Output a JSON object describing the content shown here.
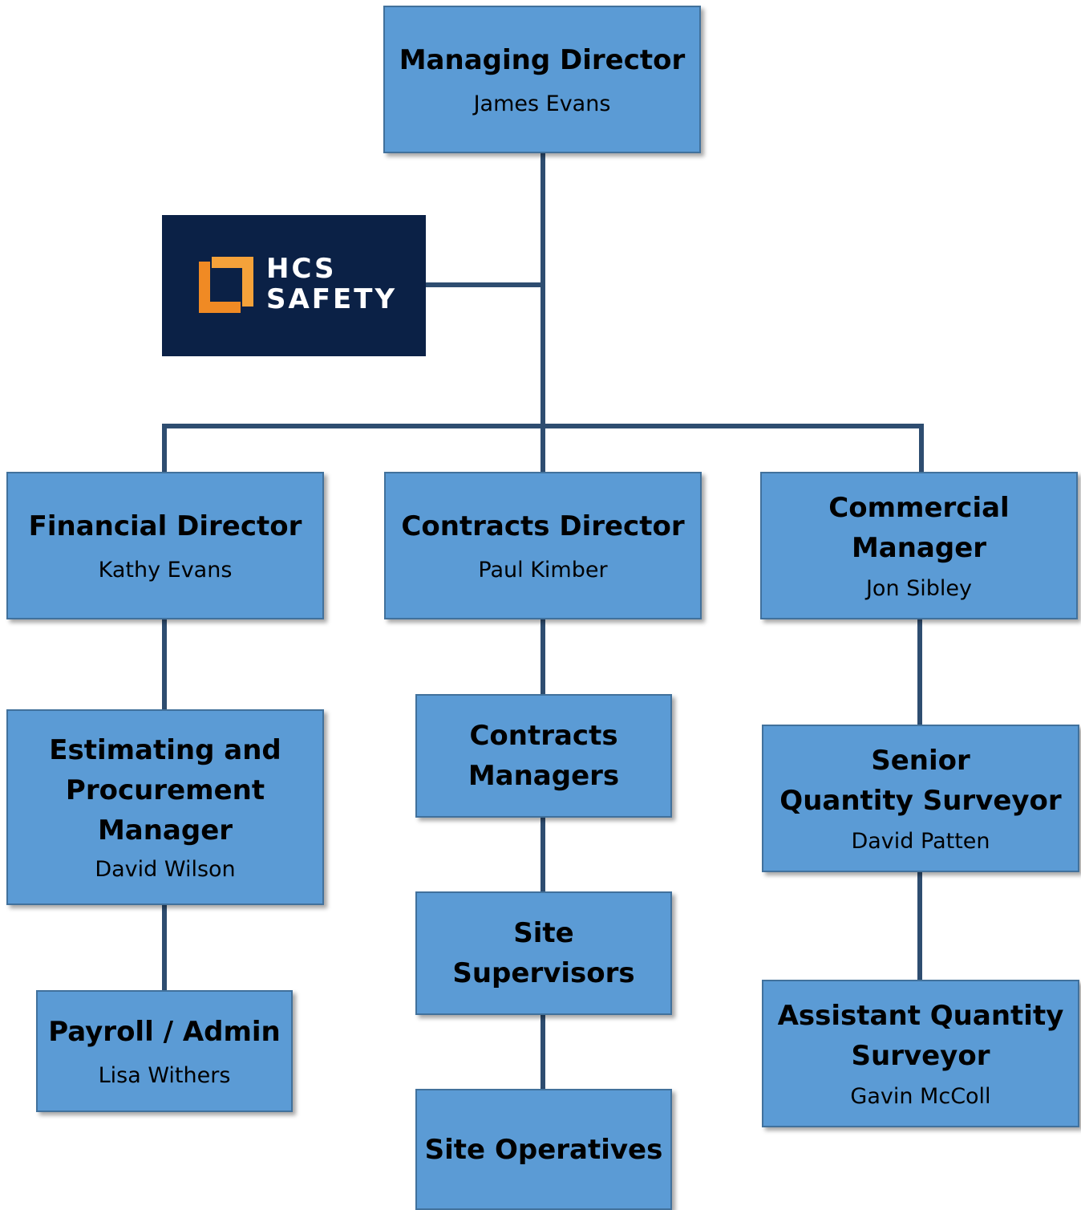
{
  "logo": {
    "line1": "HCS",
    "line2": "SAFETY",
    "accent": "#f08a24",
    "background": "#0b2146"
  },
  "colors": {
    "box_fill": "#5b9bd5",
    "box_border": "#41719c",
    "connector": "#2e4d70"
  },
  "nodes": {
    "managing_director": {
      "role": "Managing Director",
      "name": "James Evans"
    },
    "financial_director": {
      "role": "Financial Director",
      "name": "Kathy Evans"
    },
    "contracts_director": {
      "role": "Contracts Director",
      "name": "Paul Kimber"
    },
    "commercial_manager": {
      "role_line1": "Commercial",
      "role_line2": "Manager",
      "name": "Jon Sibley"
    },
    "estimating_manager": {
      "role_line1": "Estimating and",
      "role_line2": "Procurement",
      "role_line3": "Manager",
      "name": "David Wilson"
    },
    "payroll_admin": {
      "role": "Payroll / Admin",
      "name": "Lisa Withers"
    },
    "contracts_managers": {
      "role_line1": "Contracts",
      "role_line2": "Managers"
    },
    "site_supervisors": {
      "role_line1": "Site",
      "role_line2": "Supervisors"
    },
    "site_operatives": {
      "role": "Site Operatives"
    },
    "senior_qs": {
      "role_line1": "Senior",
      "role_line2": "Quantity Surveyor",
      "name": "David Patten"
    },
    "assistant_qs": {
      "role_line1": "Assistant Quantity",
      "role_line2": "Surveyor",
      "name": "Gavin McColl"
    }
  }
}
